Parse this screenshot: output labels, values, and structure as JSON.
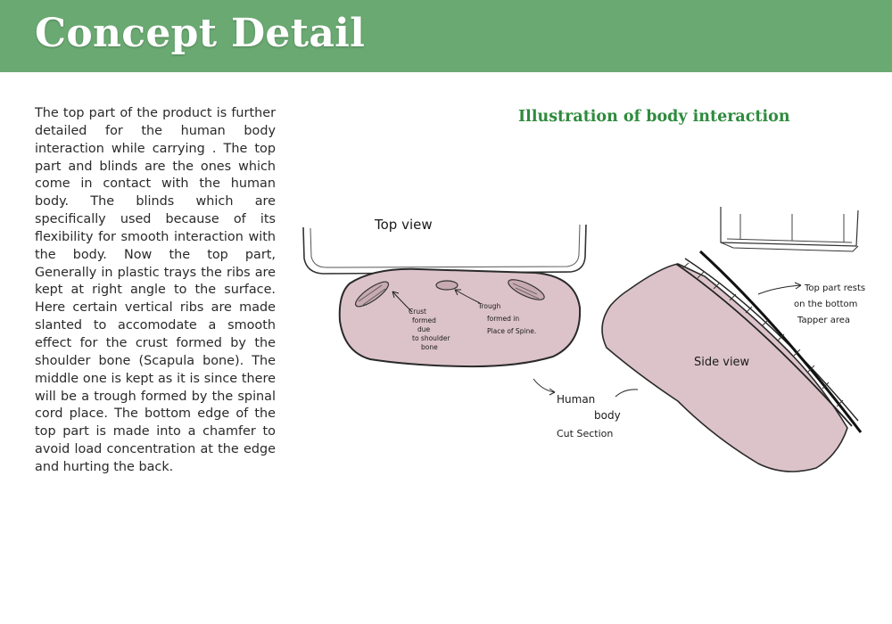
{
  "header": {
    "title": "Concept Detail",
    "color": "#6aaa72"
  },
  "body_text": "The top part of the product is further detailed for the human body interaction while carrying . The top part and blinds are the ones which come in contact with the human body. The blinds which are specifically used because of its flexibility for smooth interaction with the body. Now the top part, Generally in plastic trays the ribs are kept at right angle to the surface. Here certain vertical ribs are made slanted to accomodate a smooth effect for the crust formed by the shoulder bone (Scapula bone). The middle one is kept as it is since there will be a trough formed by the spinal cord place. The bottom edge of the top part is made into a chamfer to avoid load concentration at the edge and hurting the back.",
  "illustration": {
    "title": "Illustration of body interaction",
    "title_color": "#2e8b3d",
    "body_fill": "#dcc3ca",
    "top_view": {
      "label": "Top view",
      "crust_note": [
        "Crust",
        "formed",
        "due",
        "to shoulder",
        "bone"
      ],
      "trough_note": [
        "Trough",
        "formed in",
        "Place of Spine."
      ],
      "body_note": [
        "Human",
        "body",
        "Cut Section"
      ]
    },
    "side_view": {
      "label": "Side view",
      "rest_note": [
        "Top part rests",
        "on the bottom",
        "Tapper area"
      ]
    }
  }
}
